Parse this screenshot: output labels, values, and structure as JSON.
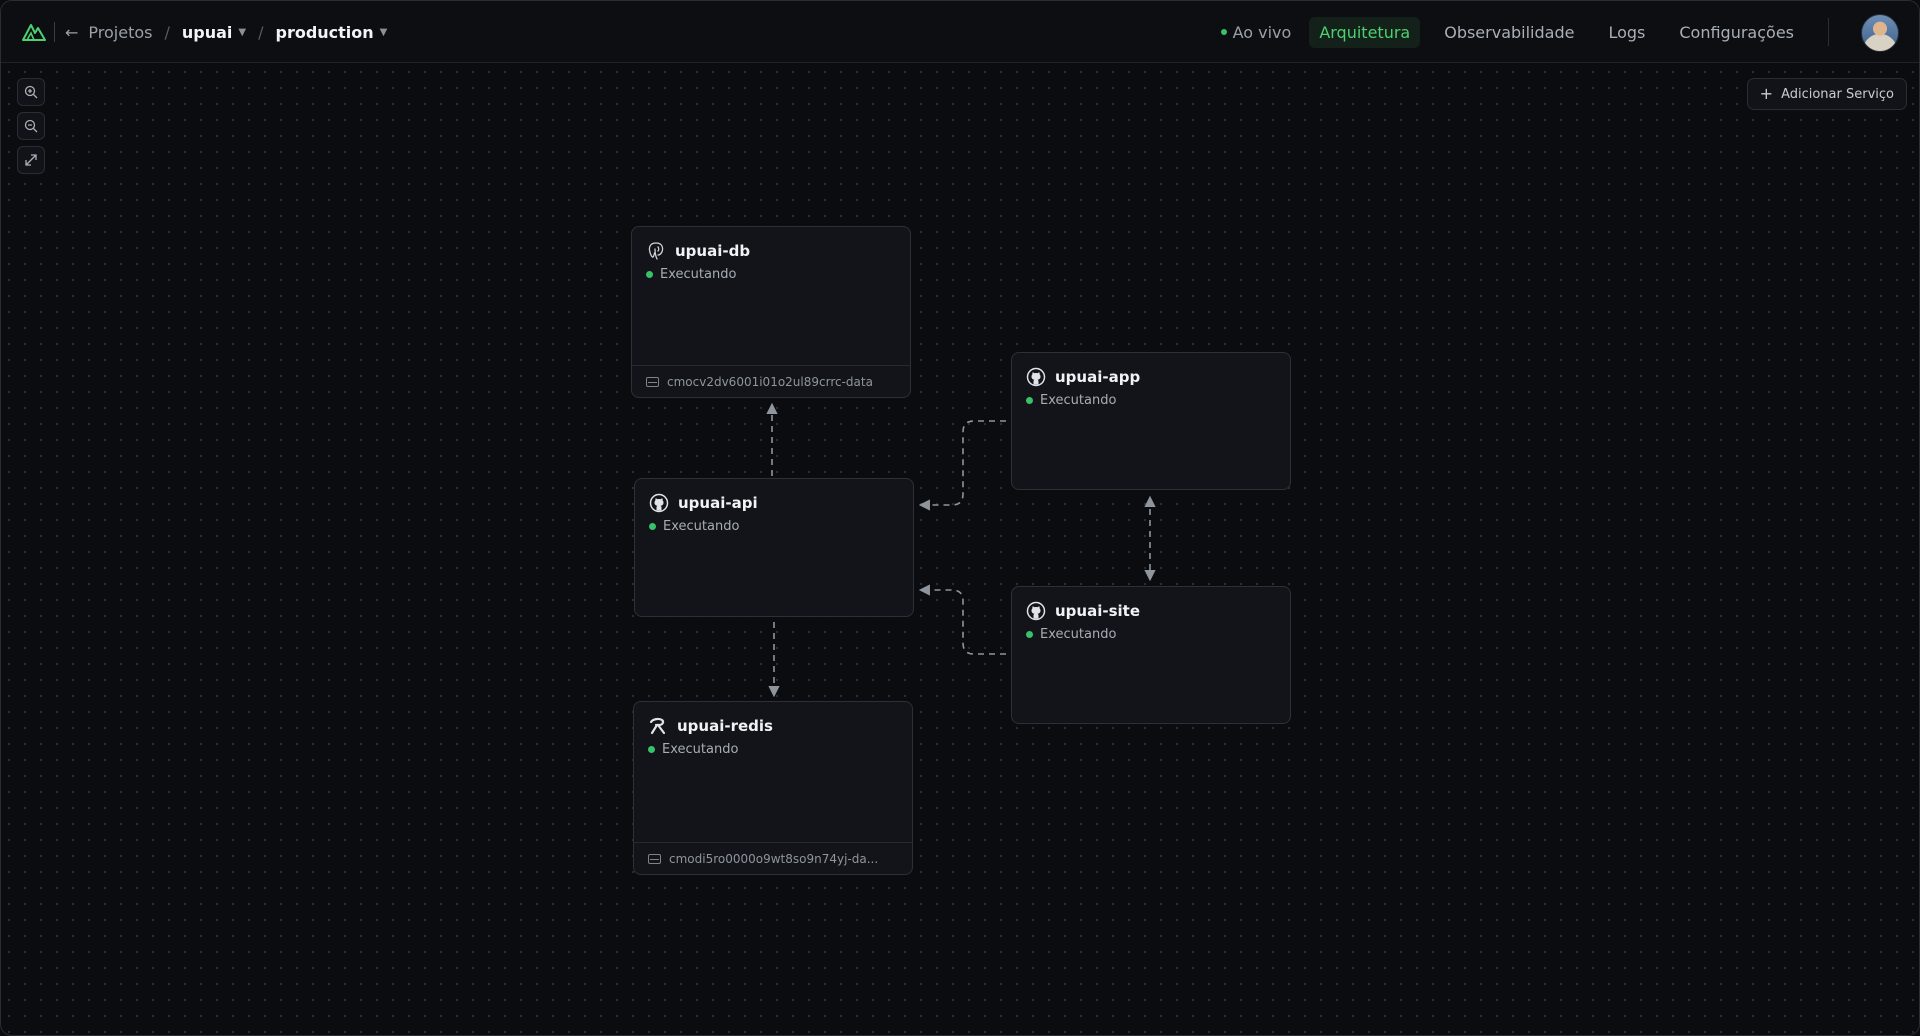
{
  "breadcrumb": {
    "back_label": "Projetos",
    "project": "upuai",
    "environment": "production"
  },
  "nav": {
    "live_label": "Ao vivo",
    "items": [
      {
        "label": "Arquitetura",
        "active": true
      },
      {
        "label": "Observabilidade",
        "active": false
      },
      {
        "label": "Logs",
        "active": false
      },
      {
        "label": "Configurações",
        "active": false
      }
    ]
  },
  "canvas": {
    "add_service_label": "Adicionar Serviço",
    "controls": [
      "zoom-in-icon",
      "zoom-out-icon",
      "fit-view-icon"
    ]
  },
  "services": [
    {
      "id": "db",
      "name": "upuai-db",
      "status": "Executando",
      "icon": "postgres-icon",
      "volume": "cmocv2dv6001i01o2ul89crrc-data"
    },
    {
      "id": "app",
      "name": "upuai-app",
      "status": "Executando",
      "icon": "github-icon"
    },
    {
      "id": "api",
      "name": "upuai-api",
      "status": "Executando",
      "icon": "github-icon"
    },
    {
      "id": "site",
      "name": "upuai-site",
      "status": "Executando",
      "icon": "github-icon"
    },
    {
      "id": "redis",
      "name": "upuai-redis",
      "status": "Executando",
      "icon": "redis-icon",
      "volume": "cmodi5ro0000o9wt8so9n74yj-da..."
    }
  ],
  "colors": {
    "accent": "#4cd171",
    "status_running": "#37c26a",
    "background": "#0b0c10",
    "node_bg": "#121419"
  }
}
